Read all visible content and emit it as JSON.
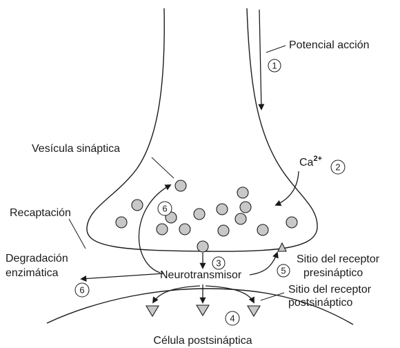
{
  "labels": {
    "action_potential": "Potencial acción",
    "synaptic_vesicle": "Vesícula sináptica",
    "calcium": "Ca",
    "calcium_superscript": "2+",
    "reuptake": "Recaptación",
    "enzymatic_degradation_line1": "Degradación",
    "enzymatic_degradation_line2": "enzimática",
    "neurotransmitter": "Neurotransmisor",
    "presynaptic_receptor_line1": "Sitio del receptor",
    "presynaptic_receptor_line2": "presináptico",
    "postsynaptic_receptor_line1": "Sitio del receptor",
    "postsynaptic_receptor_line2": "postsináptico",
    "postsynaptic_cell": "Célula postsináptica"
  },
  "steps": {
    "s1": "1",
    "s2": "2",
    "s3": "3",
    "s4": "4",
    "s5": "5",
    "s6a": "6",
    "s6b": "6"
  },
  "colors": {
    "line": "#1a1a1a",
    "vesicle_fill": "#c8c8c8",
    "receptor_fill": "#c8c8c8"
  }
}
